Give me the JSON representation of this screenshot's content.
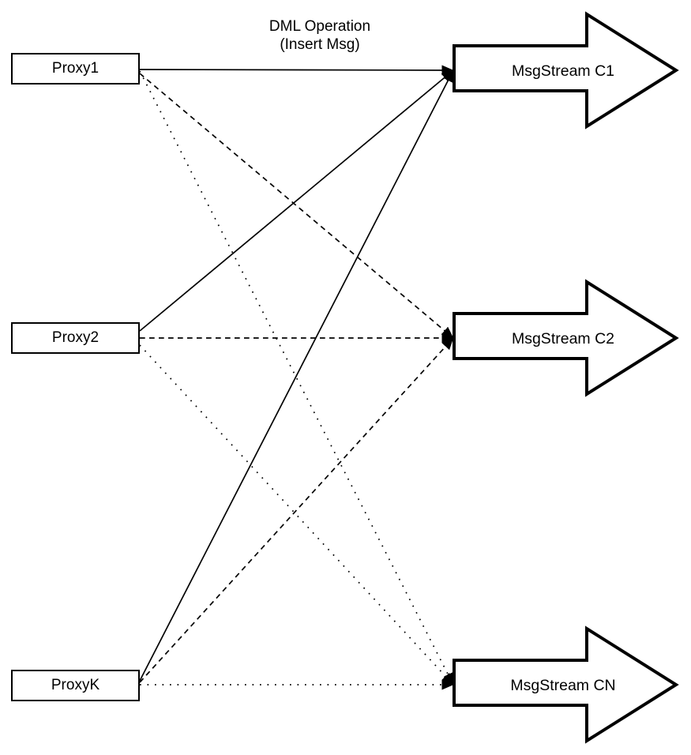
{
  "annotation": {
    "line1": "DML Operation",
    "line2": "(Insert Msg)"
  },
  "nodes": {
    "proxies": [
      {
        "id": "proxy1",
        "label": "Proxy1"
      },
      {
        "id": "proxy2",
        "label": "Proxy2"
      },
      {
        "id": "proxyk",
        "label": "ProxyK"
      }
    ],
    "streams": [
      {
        "id": "c1",
        "label": "MsgStream C1"
      },
      {
        "id": "c2",
        "label": "MsgStream C2"
      },
      {
        "id": "cn",
        "label": "MsgStream CN"
      }
    ]
  },
  "edges": [
    {
      "from": "proxy1",
      "to": "c1",
      "style": "solid"
    },
    {
      "from": "proxy1",
      "to": "c2",
      "style": "dashed"
    },
    {
      "from": "proxy1",
      "to": "cn",
      "style": "dotted"
    },
    {
      "from": "proxy2",
      "to": "c1",
      "style": "solid"
    },
    {
      "from": "proxy2",
      "to": "c2",
      "style": "dashed"
    },
    {
      "from": "proxy2",
      "to": "cn",
      "style": "dotted"
    },
    {
      "from": "proxyk",
      "to": "c1",
      "style": "solid"
    },
    {
      "from": "proxyk",
      "to": "c2",
      "style": "dashed"
    },
    {
      "from": "proxyk",
      "to": "cn",
      "style": "dotted"
    }
  ],
  "colors": {
    "stroke": "#000000",
    "fill": "#ffffff"
  }
}
